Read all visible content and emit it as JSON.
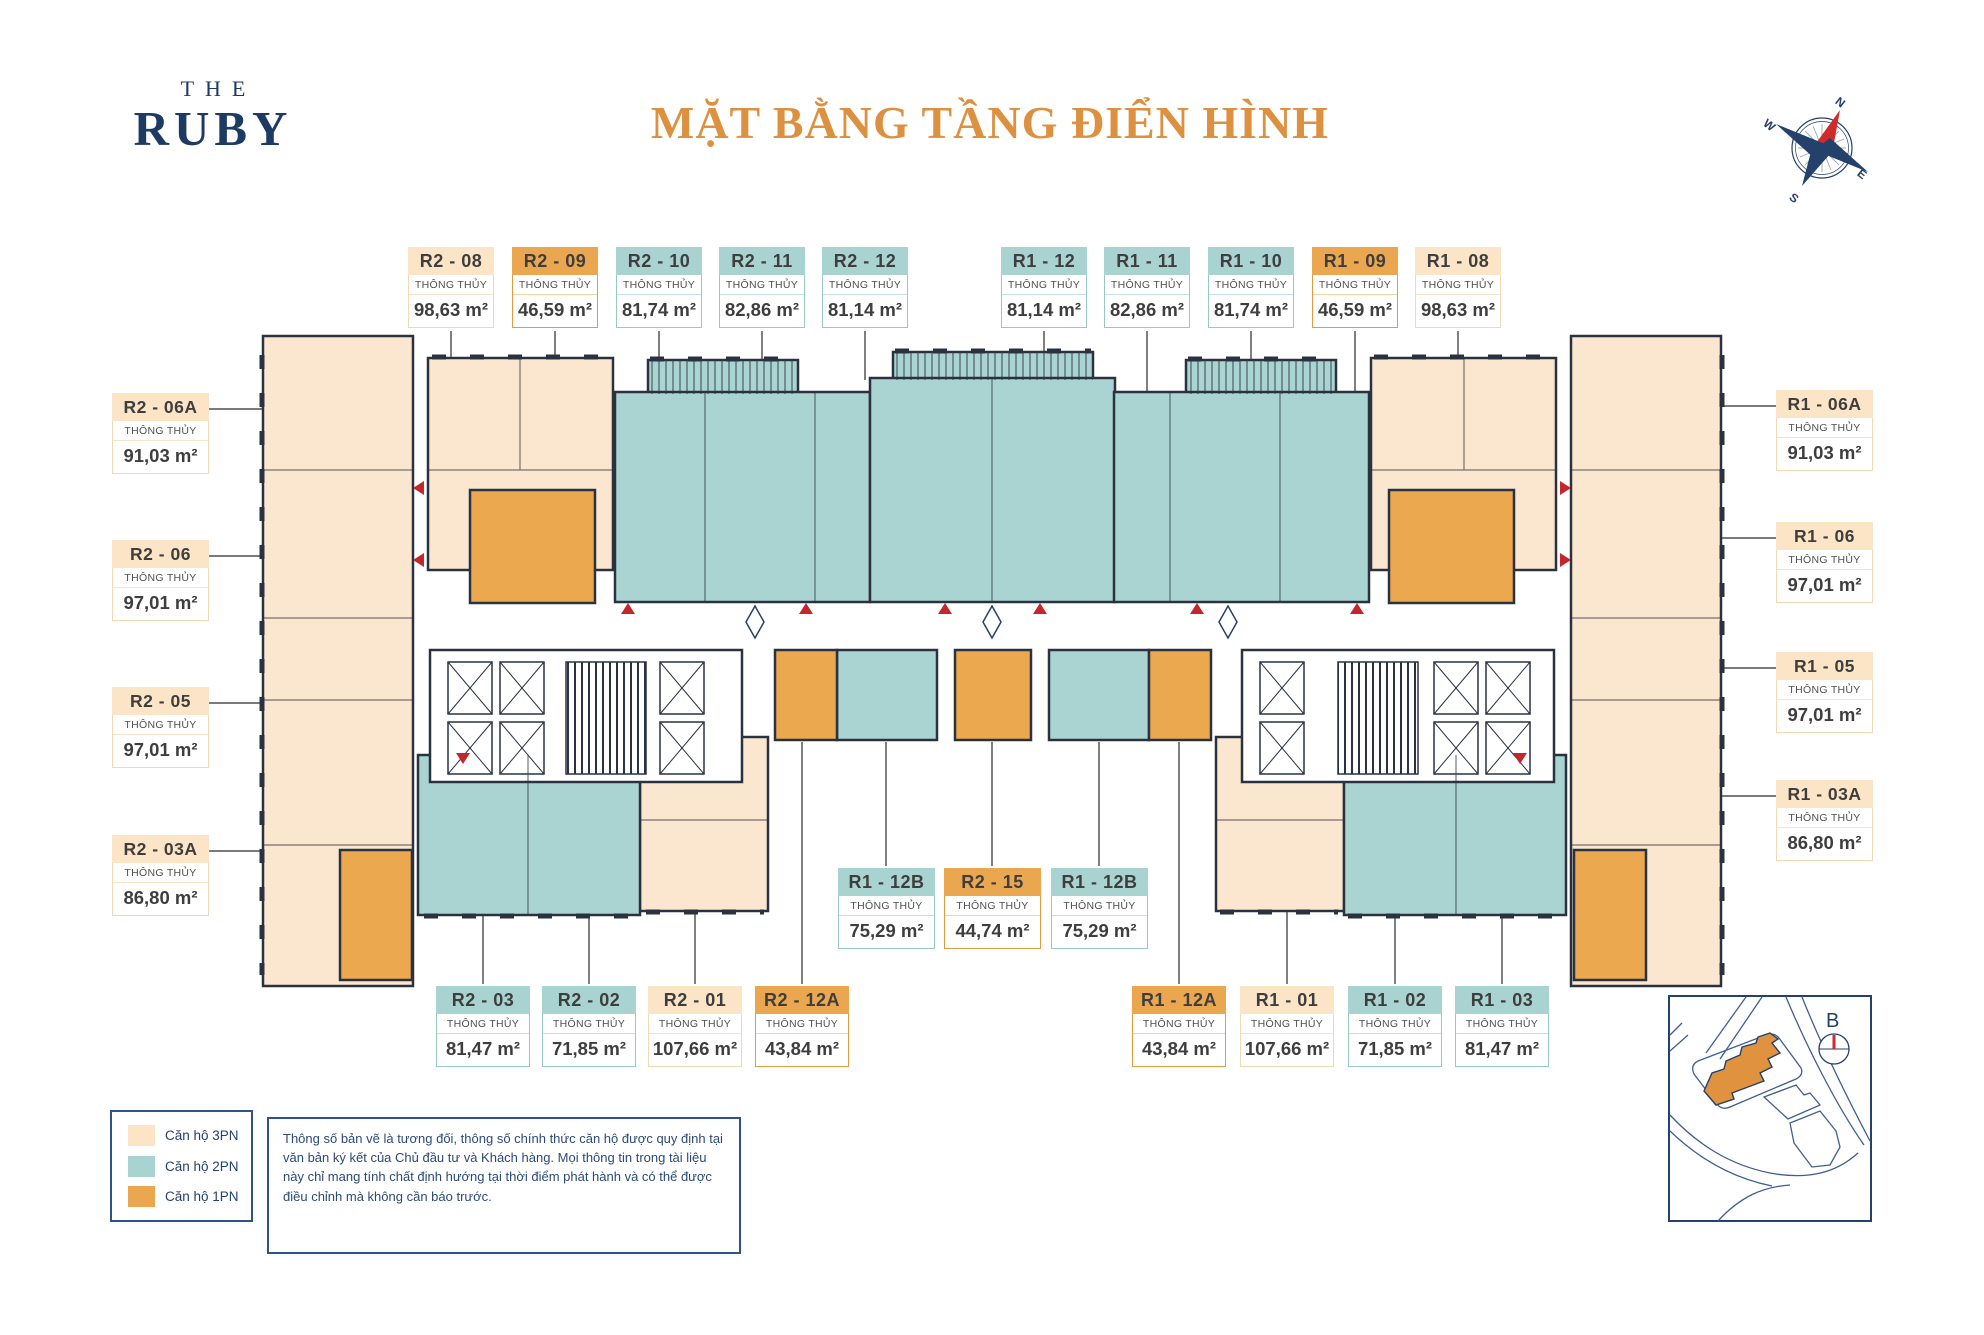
{
  "logo": {
    "the": "THE",
    "name": "RUBY"
  },
  "title": "MẶT BẰNG TẦNG ĐIỂN HÌNH",
  "label_sub": "THÔNG THỦY",
  "compass": {
    "n": "N",
    "e": "E",
    "s": "S",
    "w": "W"
  },
  "map": {
    "north_label": "B"
  },
  "units": {
    "top": [
      {
        "code": "R2 - 08",
        "area": "98,63 m²",
        "type": "3PN"
      },
      {
        "code": "R2 - 09",
        "area": "46,59 m²",
        "type": "1PN"
      },
      {
        "code": "R2 - 10",
        "area": "81,74 m²",
        "type": "2PN"
      },
      {
        "code": "R2 - 11",
        "area": "82,86 m²",
        "type": "2PN"
      },
      {
        "code": "R2 - 12",
        "area": "81,14 m²",
        "type": "2PN"
      },
      {
        "code": "R1 - 12",
        "area": "81,14 m²",
        "type": "2PN"
      },
      {
        "code": "R1 - 11",
        "area": "82,86 m²",
        "type": "2PN"
      },
      {
        "code": "R1 - 10",
        "area": "81,74 m²",
        "type": "2PN"
      },
      {
        "code": "R1 - 09",
        "area": "46,59 m²",
        "type": "1PN"
      },
      {
        "code": "R1 - 08",
        "area": "98,63 m²",
        "type": "3PN"
      }
    ],
    "left": [
      {
        "code": "R2 - 06A",
        "area": "91,03 m²",
        "type": "3PN"
      },
      {
        "code": "R2 - 06",
        "area": "97,01 m²",
        "type": "3PN"
      },
      {
        "code": "R2 - 05",
        "area": "97,01 m²",
        "type": "3PN"
      },
      {
        "code": "R2 - 03A",
        "area": "86,80 m²",
        "type": "3PN"
      }
    ],
    "right": [
      {
        "code": "R1 - 06A",
        "area": "91,03 m²",
        "type": "3PN"
      },
      {
        "code": "R1 - 06",
        "area": "97,01 m²",
        "type": "3PN"
      },
      {
        "code": "R1 - 05",
        "area": "97,01 m²",
        "type": "3PN"
      },
      {
        "code": "R1 - 03A",
        "area": "86,80 m²",
        "type": "3PN"
      }
    ],
    "middle": [
      {
        "code": "R1 - 12B",
        "area": "75,29 m²",
        "type": "2PN"
      },
      {
        "code": "R2 - 15",
        "area": "44,74 m²",
        "type": "1PN"
      },
      {
        "code": "R1 - 12B",
        "area": "75,29 m²",
        "type": "2PN"
      }
    ],
    "bottom": [
      {
        "code": "R2 - 03",
        "area": "81,47 m²",
        "type": "2PN"
      },
      {
        "code": "R2 - 02",
        "area": "71,85 m²",
        "type": "2PN"
      },
      {
        "code": "R2 - 01",
        "area": "107,66 m²",
        "type": "3PN"
      },
      {
        "code": "R2 - 12A",
        "area": "43,84 m²",
        "type": "1PN"
      },
      {
        "code": "R1 - 12A",
        "area": "43,84 m²",
        "type": "1PN"
      },
      {
        "code": "R1 - 01",
        "area": "107,66 m²",
        "type": "3PN"
      },
      {
        "code": "R1 - 02",
        "area": "71,85 m²",
        "type": "2PN"
      },
      {
        "code": "R1 - 03",
        "area": "81,47 m²",
        "type": "2PN"
      }
    ]
  },
  "legend": {
    "items": [
      {
        "label": "Căn hộ 3PN",
        "type": "3PN",
        "color": "#fce4c6"
      },
      {
        "label": "Căn hộ 2PN",
        "type": "2PN",
        "color": "#a9d3d0"
      },
      {
        "label": "Căn hộ 1PN",
        "type": "1PN",
        "color": "#eba74f"
      }
    ]
  },
  "disclaimer": "Thông số bản vẽ là tương đối, thông số chính thức căn hộ được quy định tại văn bản ký kết của Chủ đầu tư và Khách hàng. Mọi thông tin trong tài liệu này chỉ mang tính chất định hướng tại thời điểm phát hành và có thể được điều chỉnh mà không cần báo trước.",
  "colors": {
    "3pn": "#fce4c6",
    "2pn": "#a9d3d0",
    "1pn": "#eba74f",
    "navy": "#24416b",
    "title_orange": "#dd9140",
    "line": "#2a3240",
    "door_red": "#c4262c"
  }
}
